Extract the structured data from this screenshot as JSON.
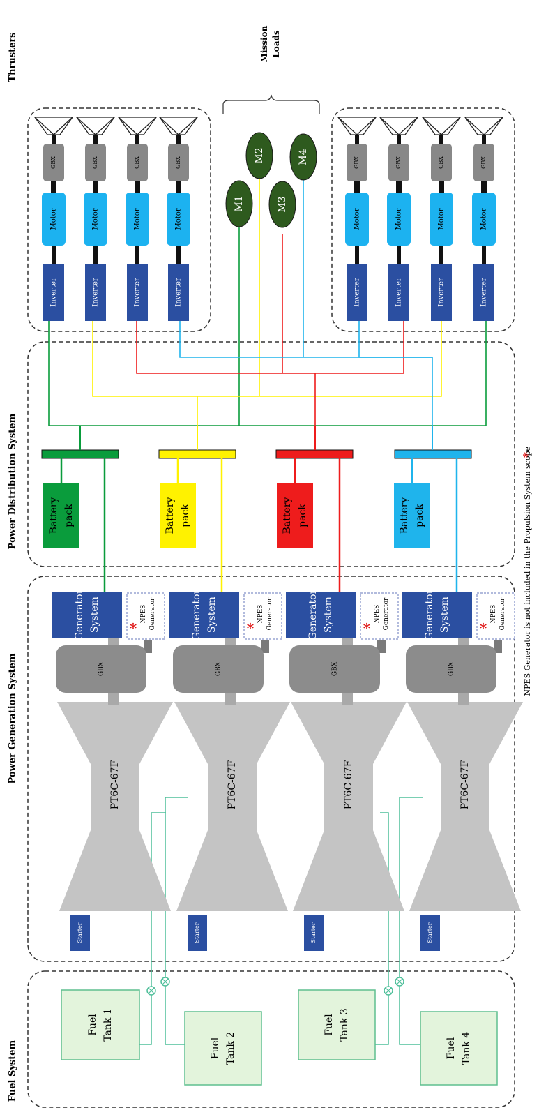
{
  "sections": {
    "fuel": "Fuel System",
    "power_gen": "Power Generation System",
    "distribution": "Power Distribution System",
    "thrusters": "Thrusters",
    "mission_loads_line1": "Mission",
    "mission_loads_line2": "Loads"
  },
  "fuel_tanks": [
    {
      "line1": "Fuel",
      "line2": "Tank 1"
    },
    {
      "line1": "Fuel",
      "line2": "Tank 2"
    },
    {
      "line1": "Fuel",
      "line2": "Tank 3"
    },
    {
      "line1": "Fuel",
      "line2": "Tank 4"
    }
  ],
  "power_chain": {
    "starter": "Starter",
    "engine": "PT6C-67F",
    "gearbox": "GBX",
    "generator_line1": "Generator",
    "generator_line2": "System",
    "npes_line1": "NPES",
    "npes_line2": "Generator",
    "asterisk": "*"
  },
  "batteries": [
    {
      "line1": "Battery",
      "line2": "pack",
      "color": "#0a9c3c"
    },
    {
      "line1": "Battery",
      "line2": "pack",
      "color": "#fff200"
    },
    {
      "line1": "Battery",
      "line2": "pack",
      "color": "#ee1c1c"
    },
    {
      "line1": "Battery",
      "line2": "pack",
      "color": "#1fb4ec"
    }
  ],
  "thruster_chain": {
    "inverter": "Inverter",
    "motor": "Motor",
    "gearbox": "GBX"
  },
  "mission_loads": [
    {
      "label": "M1",
      "color": "#0a9c3c"
    },
    {
      "label": "M2",
      "color": "#fff200"
    },
    {
      "label": "M3",
      "color": "#ee1c1c"
    },
    {
      "label": "M4",
      "color": "#1fb4ec"
    }
  ],
  "footnote": "NPES Generator is not included in the Propulsion System scope",
  "colors": {
    "green": "#0a9c3c",
    "yellow": "#fff200",
    "red": "#ee1c1c",
    "blue": "#1fb4ec",
    "navy": "#2b4fa1",
    "motor": "#1cb2f0",
    "gbx": "#8c8c8c",
    "engine": "#c4c4c4",
    "load": "#2e5a1e",
    "fuel_fill": "#e3f4dc",
    "fuel_stroke": "#5fbf8f",
    "fuel_line": "#4fbf9a"
  }
}
